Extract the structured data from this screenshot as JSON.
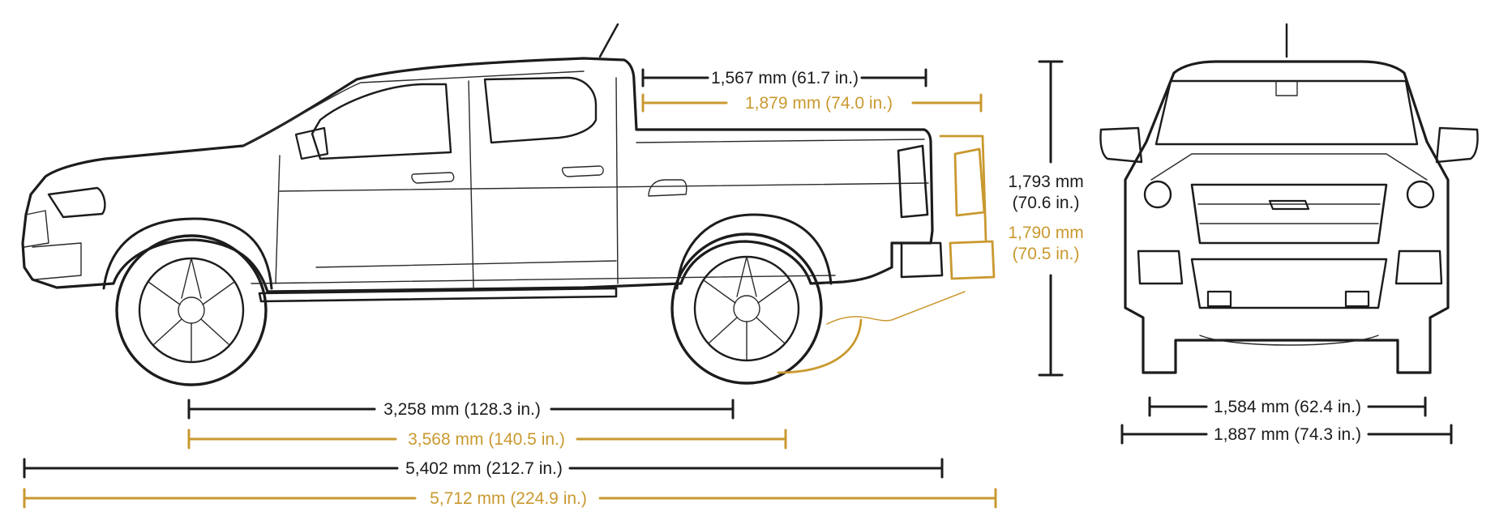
{
  "colors": {
    "standard": "#1c1c1c",
    "alternate": "#c9992f"
  },
  "dimensions": {
    "bed_length_short": "1,567 mm (61.7 in.)",
    "bed_length_long": "1,879 mm (74.0 in.)",
    "height_std_mm": "1,793 mm",
    "height_std_in": "(70.6 in.)",
    "height_alt_mm": "1,790 mm",
    "height_alt_in": "(70.5 in.)",
    "wheelbase_short": "3,258 mm (128.3 in.)",
    "wheelbase_long": "3,568 mm (140.5 in.)",
    "length_short": "5,402 mm (212.7 in.)",
    "length_long": "5,712 mm (224.9 in.)",
    "track_width": "1,584 mm (62.4 in.)",
    "overall_width": "1,887 mm (74.3 in.)"
  }
}
